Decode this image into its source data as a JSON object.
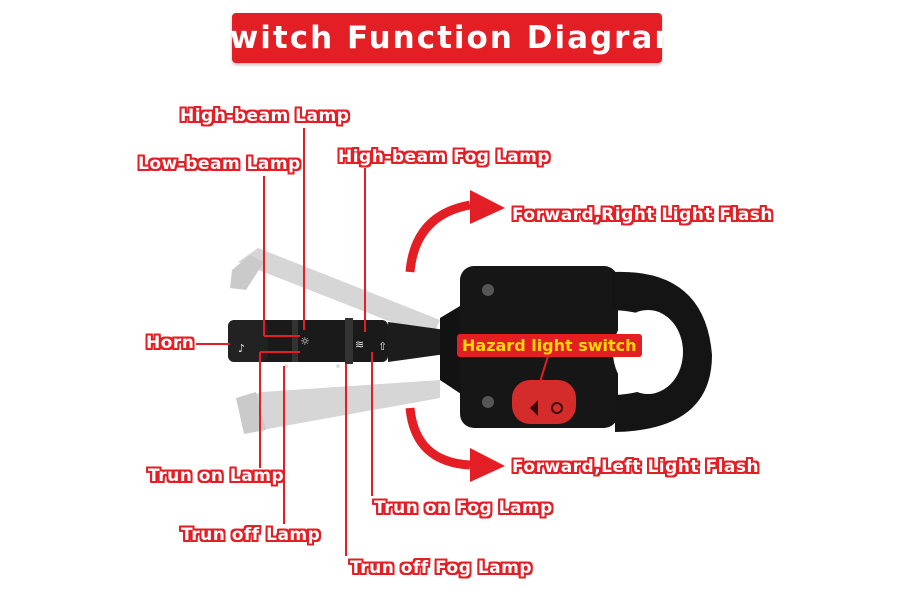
{
  "title": "Switch Function Diagram",
  "labels": {
    "high_beam_lamp": "High-beam Lamp",
    "low_beam_lamp": "Low-beam Lamp",
    "high_beam_fog_lamp": "High-beam Fog Lamp",
    "forward_right_flash": "Forward,Right Light Flash",
    "horn": "Horn",
    "hazard_light_switch": "Hazard light switch",
    "forward_left_flash": "Forward,Left Light Flash",
    "turn_on_lamp": "Trun on Lamp",
    "turn_off_lamp": "Trun off Lamp",
    "turn_on_fog_lamp": "Trun on Fog Lamp",
    "turn_off_fog_lamp": "Trun off Fog Lamp"
  },
  "colors": {
    "label_red": "#e31e24",
    "hazard_text": "#ffd800",
    "switch_body": "#151515",
    "hazard_button": "#d42b2b"
  },
  "icons": [
    "horn-icon",
    "headlight-icon",
    "fog-lamp-icon",
    "hazard-triangle-icon",
    "screw-icon",
    "curved-arrow-icon"
  ]
}
